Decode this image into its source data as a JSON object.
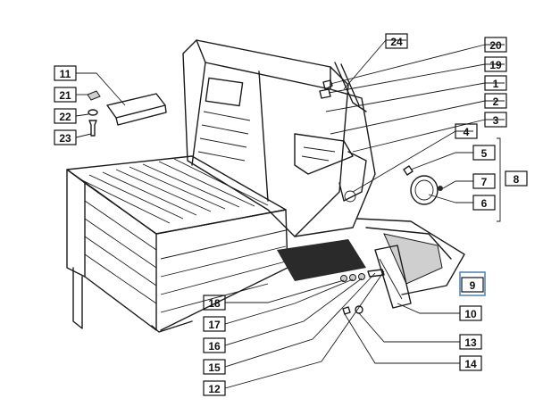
{
  "diagram": {
    "callouts": [
      {
        "id": "c24",
        "label": "24"
      },
      {
        "id": "c20",
        "label": "20"
      },
      {
        "id": "c19",
        "label": "19"
      },
      {
        "id": "c1",
        "label": "1"
      },
      {
        "id": "c2",
        "label": "2"
      },
      {
        "id": "c3",
        "label": "3"
      },
      {
        "id": "c4",
        "label": "4"
      },
      {
        "id": "c5",
        "label": "5"
      },
      {
        "id": "c7",
        "label": "7"
      },
      {
        "id": "c6",
        "label": "6"
      },
      {
        "id": "c8",
        "label": "8"
      },
      {
        "id": "c11",
        "label": "11"
      },
      {
        "id": "c21",
        "label": "21"
      },
      {
        "id": "c22",
        "label": "22"
      },
      {
        "id": "c23",
        "label": "23"
      },
      {
        "id": "c9",
        "label": "9"
      },
      {
        "id": "c10",
        "label": "10"
      },
      {
        "id": "c18",
        "label": "18"
      },
      {
        "id": "c17",
        "label": "17"
      },
      {
        "id": "c16",
        "label": "16"
      },
      {
        "id": "c15",
        "label": "15"
      },
      {
        "id": "c12",
        "label": "12"
      },
      {
        "id": "c13",
        "label": "13"
      },
      {
        "id": "c14",
        "label": "14"
      }
    ],
    "selected_callout": "9",
    "colors": {
      "ink": "#1a1a1a",
      "selected": "#4a7fb0"
    }
  }
}
